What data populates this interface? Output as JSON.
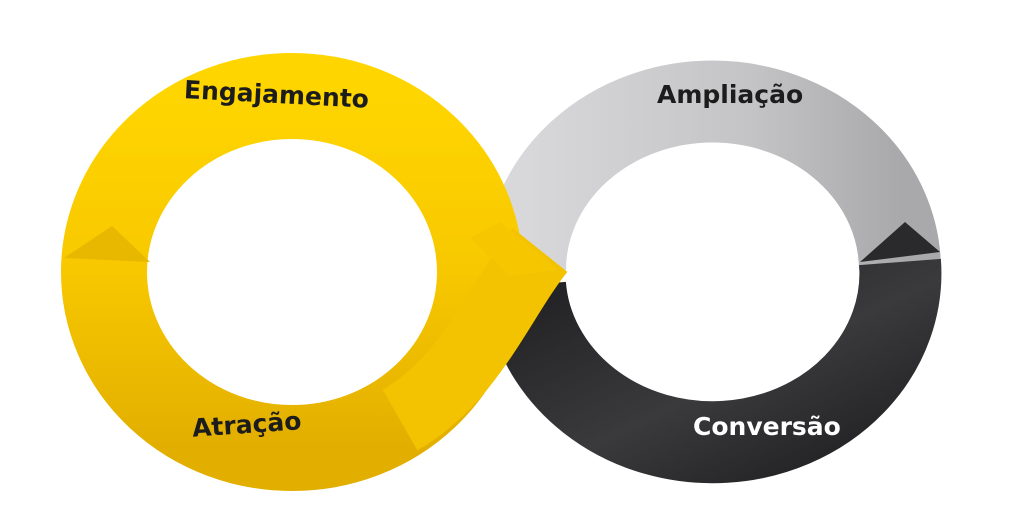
{
  "diagram": {
    "stages": [
      {
        "label": "Engajamento",
        "color": "#f5c400"
      },
      {
        "label": "Ampliação",
        "color": "#c9c9cb"
      },
      {
        "label": "Conversão",
        "color": "#2b2b2d"
      },
      {
        "label": "Atração",
        "color": "#f2bd00"
      }
    ]
  }
}
